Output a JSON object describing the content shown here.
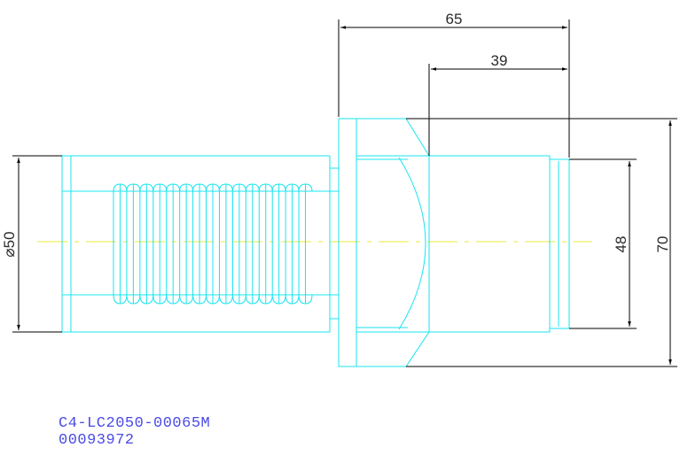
{
  "dimensions": {
    "overall_length": "65",
    "body_length": "39",
    "shank_diameter": "⌀50",
    "bore_diameter": "48",
    "flange_diameter": "70"
  },
  "caption": {
    "part_number": "C4-LC2050-00065M",
    "item_code": "00093972"
  },
  "colors": {
    "outline": "#18e4f0",
    "dimension": "#000000",
    "centerline": "#e8e83a",
    "caption_text": "#4a4ae6"
  }
}
